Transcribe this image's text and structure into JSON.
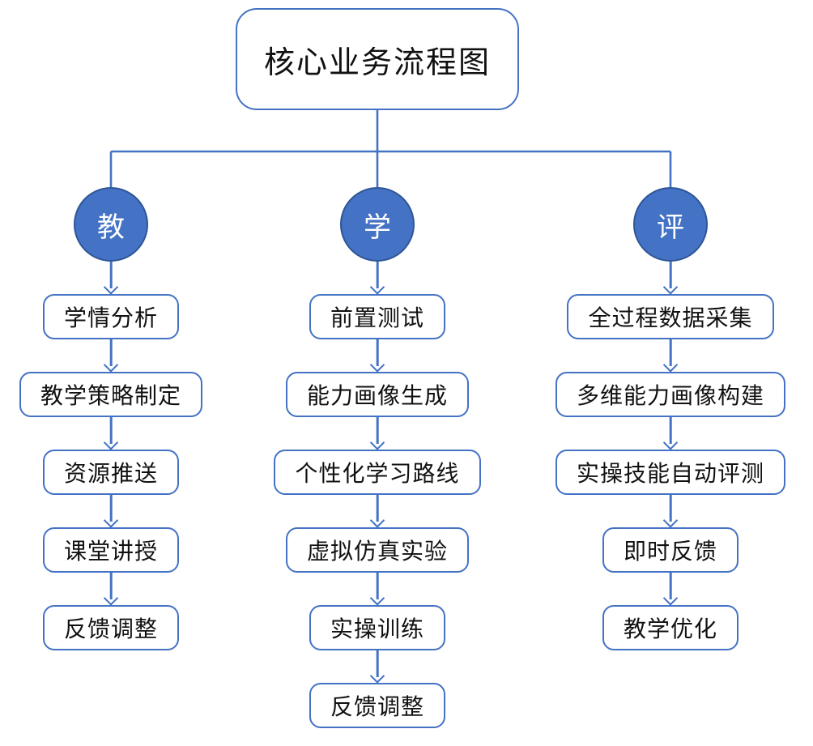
{
  "title": "核心业务流程图",
  "colors": {
    "accent": "#4472C4",
    "circle_fill": "#4472C4",
    "circle_border": "#2E5697",
    "box_background": "#FFFFFF",
    "text": "#111111",
    "circle_text": "#FFFFFF"
  },
  "branches": [
    {
      "id": "teach",
      "circle_label": "教",
      "steps": [
        "学情分析",
        "教学策略制定",
        "资源推送",
        "课堂讲授",
        "反馈调整"
      ]
    },
    {
      "id": "learn",
      "circle_label": "学",
      "steps": [
        "前置测试",
        "能力画像生成",
        "个性化学习路线",
        "虚拟仿真实验",
        "实操训练",
        "反馈调整"
      ]
    },
    {
      "id": "eval",
      "circle_label": "评",
      "steps": [
        "全过程数据采集",
        "多维能力画像构建",
        "实操技能自动评测",
        "即时反馈",
        "教学优化"
      ]
    }
  ]
}
